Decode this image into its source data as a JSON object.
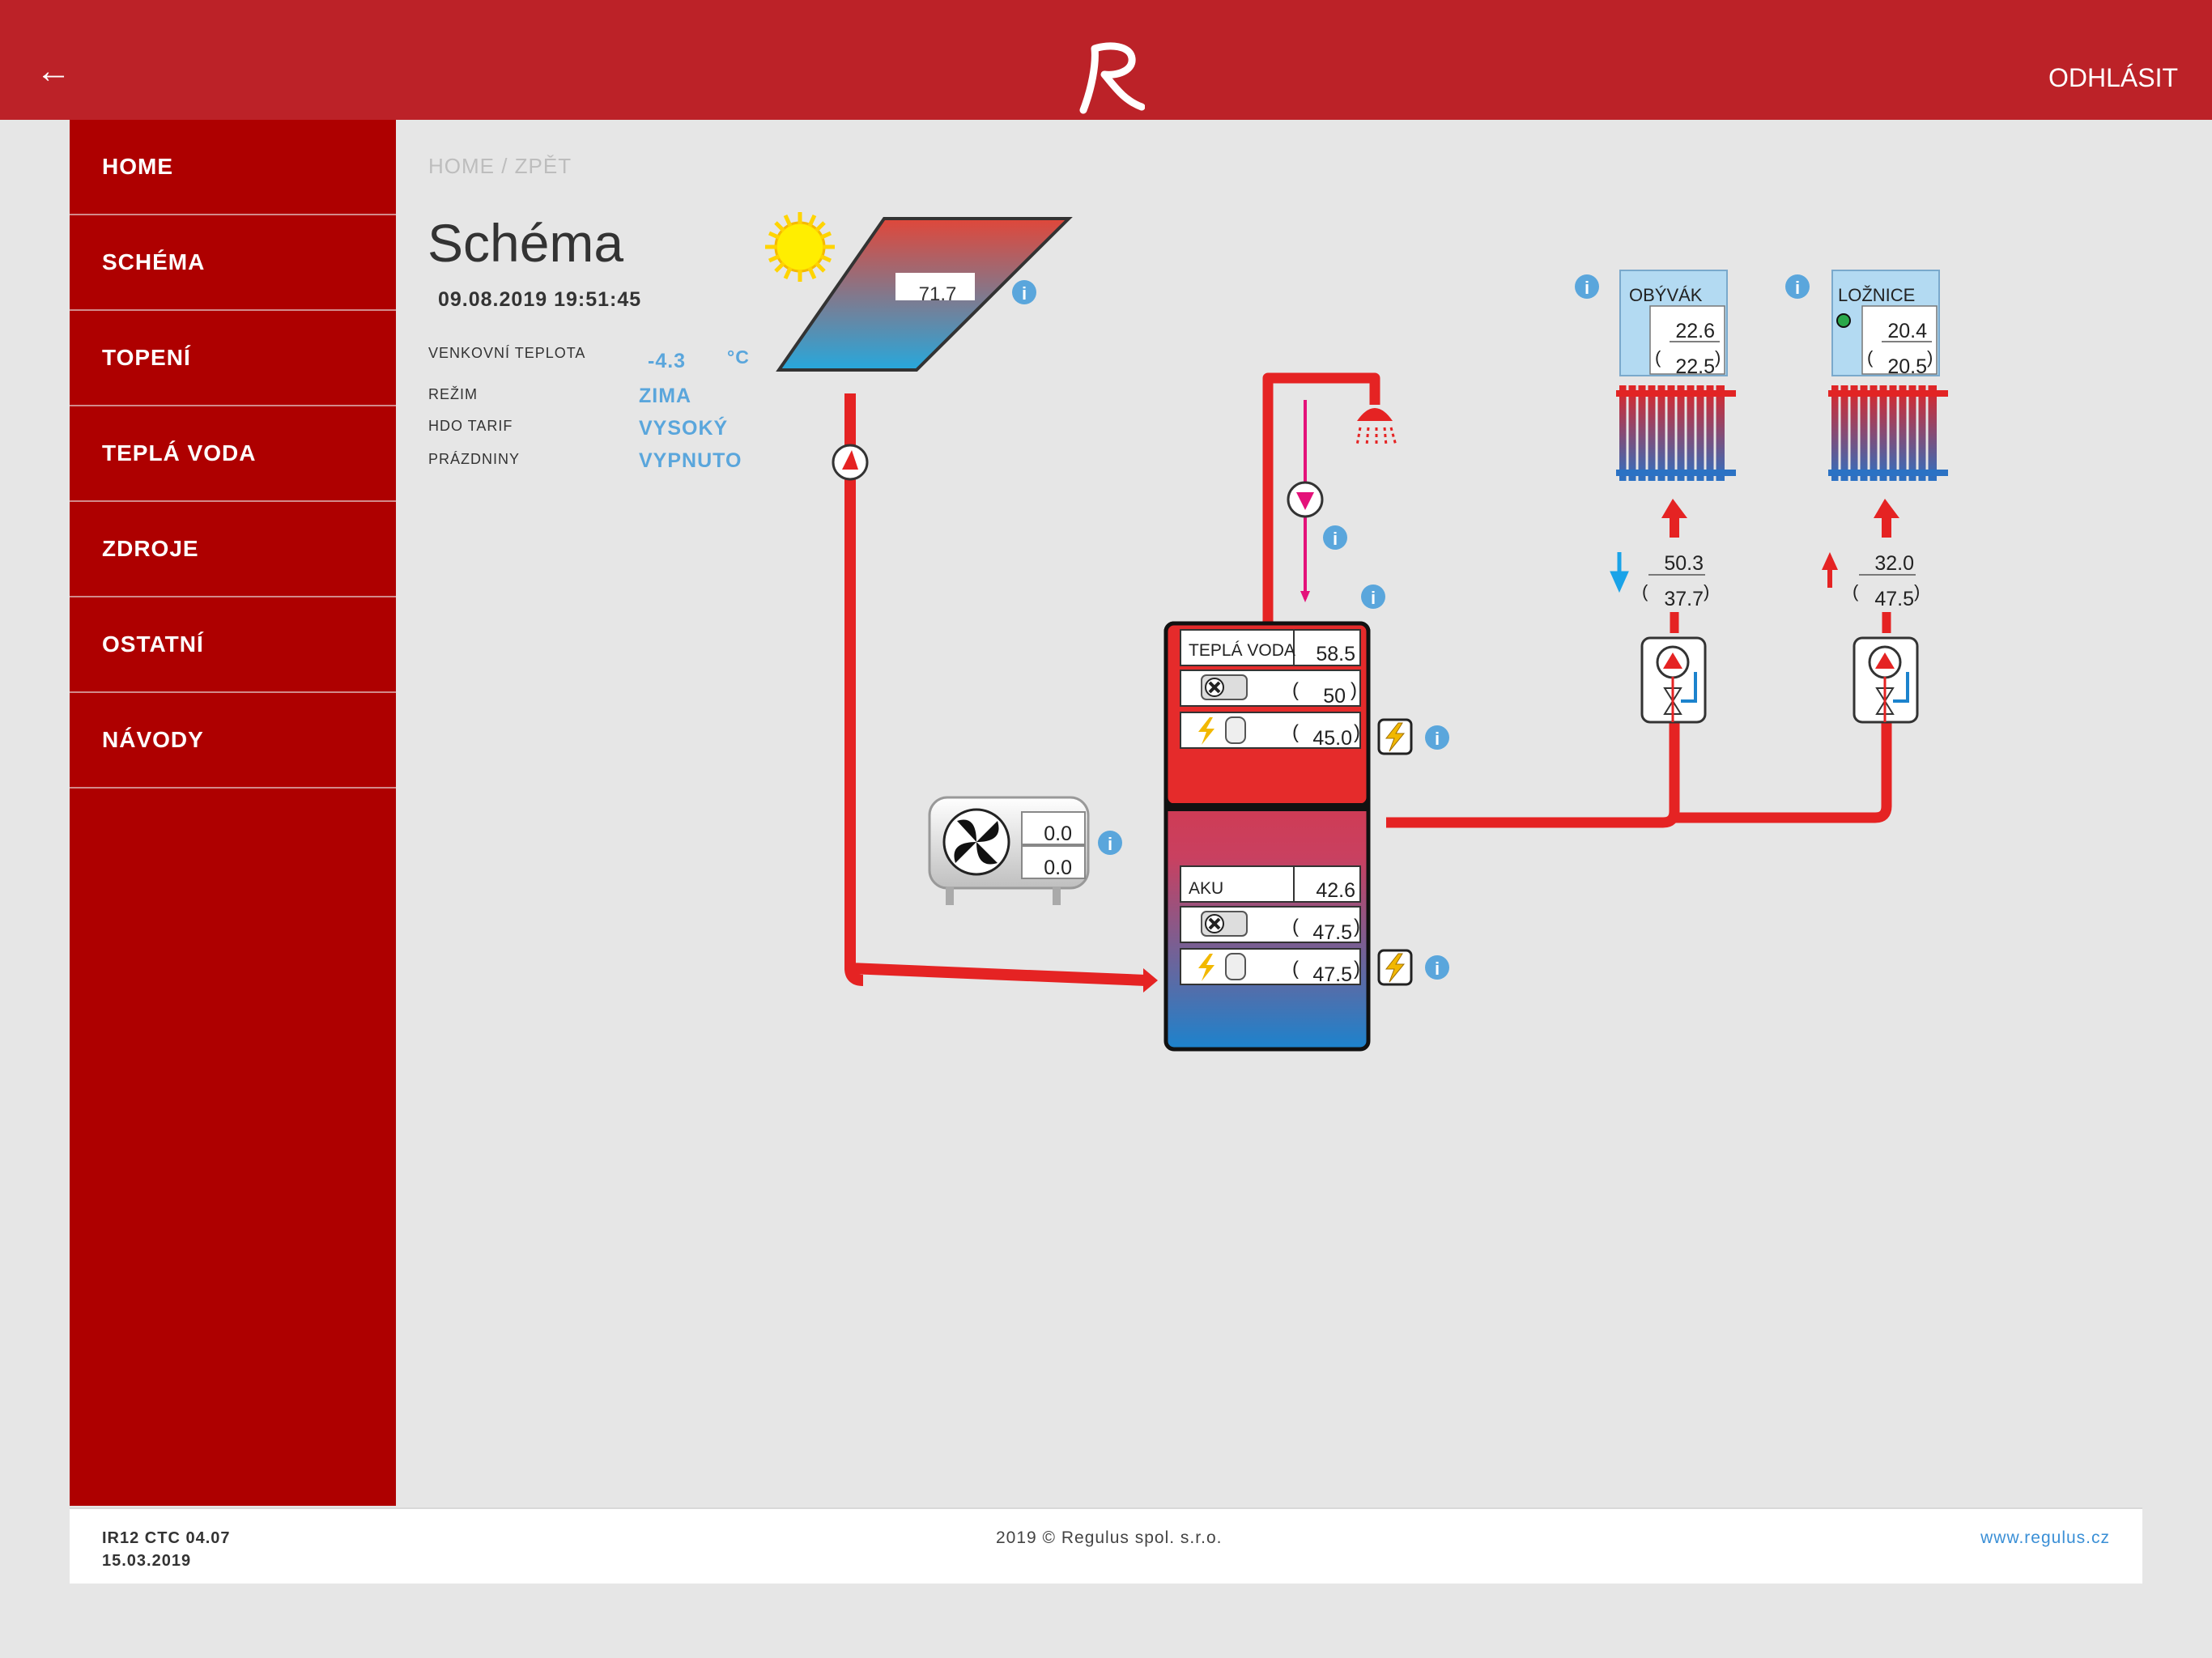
{
  "header": {
    "back_icon": "arrow-left-icon",
    "back_glyph": "←",
    "logout": "ODHLÁSIT",
    "brand_color": "#bc2228"
  },
  "nav": {
    "items": [
      "HOME",
      "SCHÉMA",
      "TOPENÍ",
      "TEPLÁ VODA",
      "ZDROJE",
      "OSTATNÍ",
      "NÁVODY"
    ],
    "color": "#ae0000"
  },
  "breadcrumb": {
    "home": "HOME",
    "sep": " / ",
    "back": "ZPĚT"
  },
  "page": {
    "title": "Schéma",
    "datetime": "09.08.2019 19:51:45"
  },
  "status": {
    "outdoor_label": "VENKOVNÍ TEPLOTA",
    "outdoor_value": "-4.3",
    "outdoor_unit": "°C",
    "mode_label": "REŽIM",
    "mode_value": "ZIMA",
    "tariff_label": "HDO TARIF",
    "tariff_value": "VYSOKÝ",
    "holiday_label": "PRÁZDNINY",
    "holiday_value": "VYPNUTO",
    "value_color": "#5aa6dc"
  },
  "schema": {
    "solar_temp": "71.7",
    "heat_pump": {
      "top": "0.0",
      "bottom": "0.0"
    },
    "dhw": {
      "label": "TEPLÁ VODA",
      "temp": "58.5",
      "hp_set": "50",
      "el_set": "45.0"
    },
    "aku": {
      "label": "AKU",
      "temp": "42.6",
      "hp_set": "47.5",
      "el_set": "47.5"
    },
    "rooms": [
      {
        "name": "OBÝVÁK",
        "temp": "22.6",
        "set": "22.5",
        "flow": "50.3",
        "flow_set": "37.7"
      },
      {
        "name": "LOŽNICE",
        "temp": "20.4",
        "set": "20.5",
        "flow": "32.0",
        "flow_set": "47.5"
      }
    ],
    "paren": "(",
    "paren_close": ")",
    "colors": {
      "pipe": "#e52323",
      "info": "#5aa6dc",
      "tank_top": "#e52b2b",
      "tank_bottom": "#1c83cd",
      "pink": "#e4127a"
    }
  },
  "footer": {
    "version": "IR12 CTC 04.07",
    "date": "15.03.2019",
    "copyright": "2019 © Regulus spol. s.r.o.",
    "link": "www.regulus.cz"
  }
}
